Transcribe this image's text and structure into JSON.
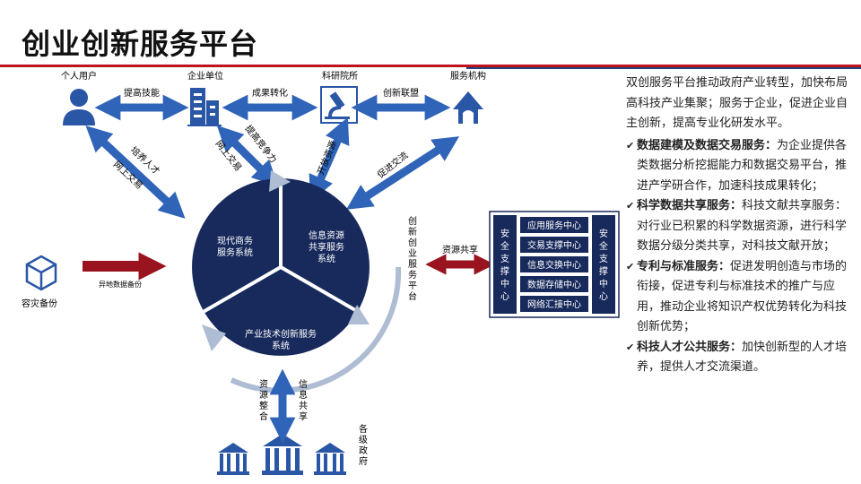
{
  "title": "创业创新服务平台",
  "nodes": {
    "personal": "个人用户",
    "enterprise": "企业单位",
    "research": "科研院所",
    "service": "服务机构",
    "disaster": "容灾备份",
    "government": "各级政府"
  },
  "links": {
    "improve_skills": "提高技能",
    "achievement": "成果转化",
    "innovation_union": "创新联盟",
    "train_talent": "培养人才",
    "online_trade_1": "网上交易",
    "online_trade_2": "网上交易",
    "competitiveness": "提高竞争力",
    "open_resources": "开放资源",
    "promote_exchange": "促进交流",
    "offsite_backup": "异地数据备份",
    "resource_sharing": "资源共享",
    "resource_integration": "资源整合",
    "info_sharing": "信息共享",
    "platform_vertical": "创新创业服务平台"
  },
  "segments": {
    "commerce": "现代商务服务系统",
    "info": "信息资源共享服务系统",
    "industry": "产业技术创新服务系统"
  },
  "security_label": "安全支撑中心",
  "centers": [
    "应用服务中心",
    "交易支撑中心",
    "信息交换中心",
    "数据存储中心",
    "网络汇接中心"
  ],
  "side": {
    "intro": "双创服务平台推动政府产业转型，加快布局高科技产业集聚；服务于企业，促进企业自主创新，提高专业化研发水平。",
    "items": [
      {
        "title": "数据建模及数据交易服务：",
        "text": "为企业提供各类数据分析挖掘能力和数据交易平台，推进产学研合作，加速科技成果转化；"
      },
      {
        "title": "科学数据共享服务：",
        "text": "科技文献共享服务：对行业已积累的科学数据资源，进行科学数据分级分类共享，对科技文献开放；"
      },
      {
        "title": "专利与标准服务：",
        "text": "促进发明创造与市场的衔接，促进专利与标准技术的推广与应用，推动企业将知识产权优势转化为科技创新优势；"
      },
      {
        "title": "科技人才公共服务：",
        "text": "加快创新型的人才培养，提供人才交流渠道。"
      }
    ]
  },
  "colors": {
    "navy": "#182a5c",
    "icon_blue": "#2a56a6",
    "arrow_blue": "#2f64b8",
    "accent_red": "#c0141c",
    "dark_red": "#9a1420"
  }
}
